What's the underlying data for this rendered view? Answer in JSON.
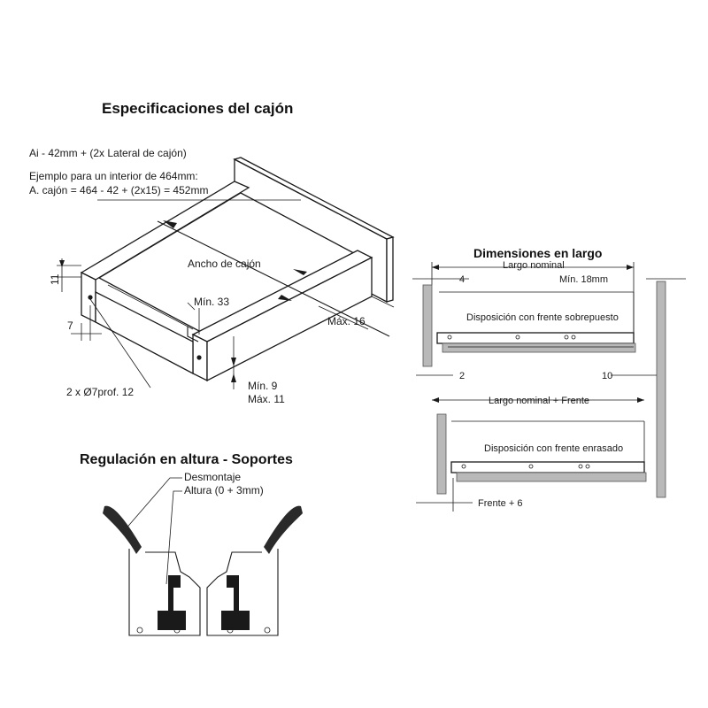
{
  "cajon": {
    "title": "Especificaciones del cajón",
    "formula": "Ai - 42mm + (2x Lateral de cajón)",
    "ejemplo_linea1": "Ejemplo para un interior de 464mm:",
    "ejemplo_linea2": "A. cajón = 464 - 42 + (2x15) = 452mm",
    "ancho": "Ancho de cajón",
    "min33": "Mín. 33",
    "max16": "Máx. 16",
    "min9": "Mín. 9",
    "max11": "Máx. 11",
    "dim11": "11",
    "dim7": "7",
    "agujeros": "2 x Ø7prof. 12"
  },
  "largo": {
    "title": "Dimensiones en largo",
    "largo_nominal": "Largo nominal",
    "dim4": "4",
    "min18": "Mín. 18mm",
    "sobrepuesto": "Disposición con frente sobrepuesto",
    "dim2": "2",
    "dim10": "10",
    "largo_frente": "Largo nominal + Frente",
    "enrasado": "Disposición con frente enrasado",
    "frente6": "Frente + 6"
  },
  "regulacion": {
    "title": "Regulación en altura - Soportes",
    "desmontaje": "Desmontaje",
    "altura": "Altura (0 + 3mm)"
  }
}
